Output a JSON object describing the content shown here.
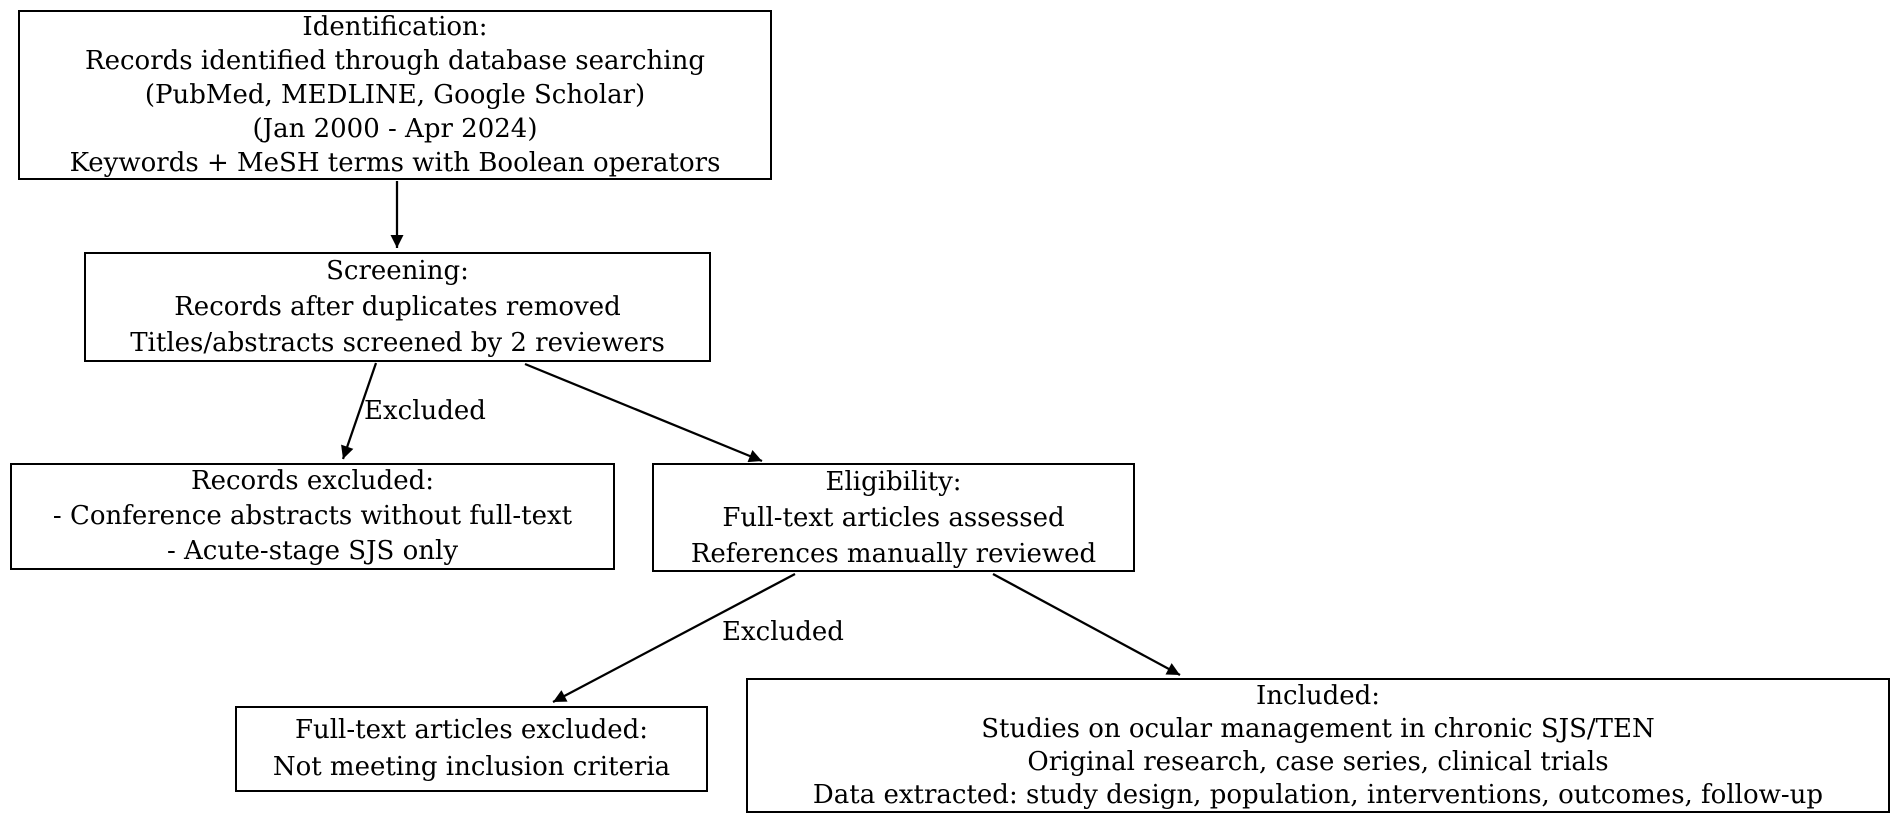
{
  "diagram": {
    "kind": "flowchart",
    "colors": {
      "background": "#ffffff",
      "box_border": "#000000",
      "box_fill": "#ffffff",
      "text": "#000000",
      "arrow": "#000000"
    }
  },
  "nodes": [
    {
      "id": "identification",
      "lines": [
        "Identification:",
        "Records identified through database searching",
        "(PubMed, MEDLINE, Google Scholar)",
        "(Jan 2000 - Apr 2024)",
        "Keywords + MeSH terms with Boolean operators"
      ]
    },
    {
      "id": "screening",
      "lines": [
        "Screening:",
        "Records after duplicates removed",
        "Titles/abstracts screened by 2 reviewers"
      ]
    },
    {
      "id": "records-excluded",
      "lines": [
        "Records excluded:",
        "- Conference abstracts without full-text",
        "- Acute-stage SJS only"
      ]
    },
    {
      "id": "eligibility",
      "lines": [
        "Eligibility:",
        "Full-text articles assessed",
        "References manually reviewed"
      ]
    },
    {
      "id": "fulltext-excluded",
      "lines": [
        "Full-text articles excluded:",
        "Not meeting inclusion criteria"
      ]
    },
    {
      "id": "included",
      "lines": [
        "Included:",
        "Studies on ocular management in chronic SJS/TEN",
        "Original research, case series, clinical trials",
        "Data extracted: study design, population, interventions, outcomes, follow-up"
      ]
    }
  ],
  "edges": [
    {
      "from": "identification",
      "to": "screening",
      "label": ""
    },
    {
      "from": "screening",
      "to": "records-excluded",
      "label": "Excluded"
    },
    {
      "from": "screening",
      "to": "eligibility",
      "label": ""
    },
    {
      "from": "eligibility",
      "to": "fulltext-excluded",
      "label": "Excluded"
    },
    {
      "from": "eligibility",
      "to": "included",
      "label": ""
    }
  ]
}
